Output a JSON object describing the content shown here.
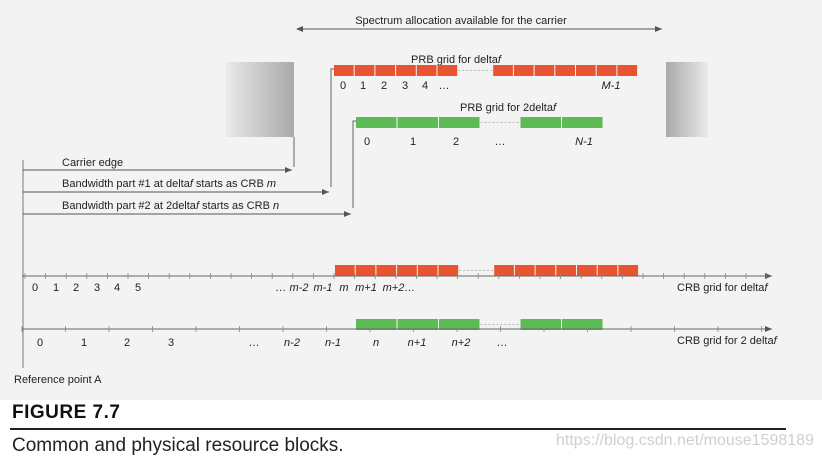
{
  "spectrum_label": "Spectrum allocation available for the carrier",
  "prb_deltaf": {
    "title": "PRB grid for delta",
    "title_italic": "f",
    "indices": [
      "0",
      "1",
      "2",
      "3",
      "4",
      "…"
    ],
    "last": "M-1"
  },
  "prb_2deltaf": {
    "title": "PRB grid for 2delta",
    "title_italic": "f",
    "indices": [
      "0",
      "1",
      "2",
      "…"
    ],
    "last": "N-1"
  },
  "carrier_edge": "Carrier edge",
  "bwp1": {
    "prefix": "Bandwidth part #1 at delta",
    "italic_f": "f",
    "mid": " starts as CRB ",
    "var": "m"
  },
  "bwp2": {
    "prefix": "Bandwidth part #2 at 2delta",
    "italic_f": "f",
    "mid": " starts as CRB ",
    "var": "n"
  },
  "crb1": {
    "plain": [
      "0",
      "1",
      "2",
      "3",
      "4",
      "5"
    ],
    "vars": [
      "… m-2",
      "m-1",
      "m",
      "m+1",
      "m+2…"
    ],
    "label": "CRB grid for delta",
    "label_italic": "f"
  },
  "crb2": {
    "plain": [
      "0",
      "1",
      "2",
      "3",
      "…"
    ],
    "vars": [
      "n-2",
      "n-1",
      "n",
      "n+1",
      "n+2",
      "…"
    ],
    "label": "CRB grid for 2 delta",
    "label_italic": "f"
  },
  "reference_point": "Reference point A",
  "figure_label": "FIGURE 7.7",
  "caption": "Common and physical resource blocks.",
  "watermark": "https://blog.csdn.net/mouse1598189",
  "colors": {
    "red_block": "#e8542f",
    "green_block": "#5dbb55",
    "edge_gray": "#b5b5b5",
    "line": "#6a6a6a"
  }
}
